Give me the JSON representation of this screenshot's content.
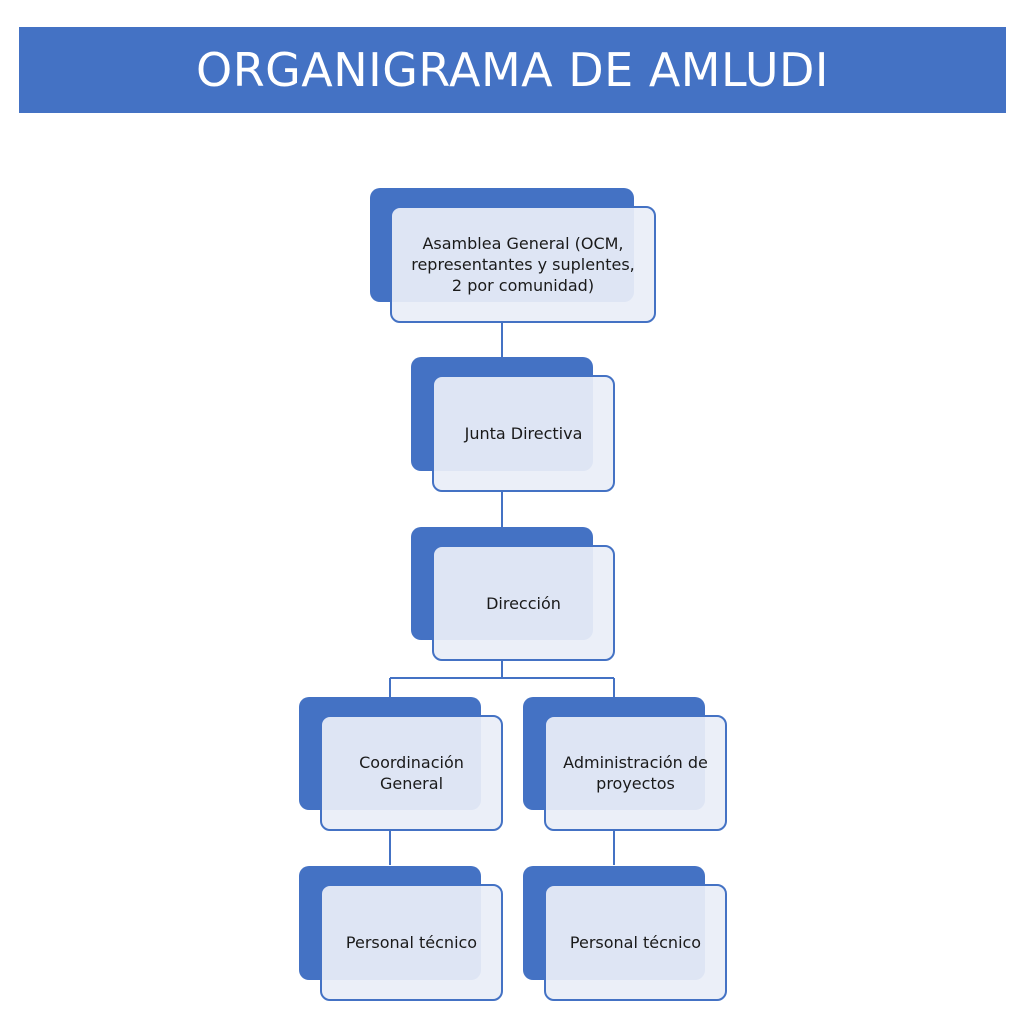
{
  "title": "ORGANIGRAMA DE AMLUDI",
  "nodes": {
    "asamblea": "Asamblea General (OCM,\nrepresentantes y suplentes,\n2 por comunidad)",
    "junta": "Junta Directiva",
    "direccion": "Dirección",
    "coordinacion": "Coordinación\nGeneral",
    "administracion": "Administración de\nproyectos",
    "personal_left": "Personal técnico",
    "personal_right": "Personal técnico"
  },
  "colors": {
    "accent": "#4472c4",
    "box_fill": "#e9eef8",
    "text": "#1a1a1a"
  }
}
